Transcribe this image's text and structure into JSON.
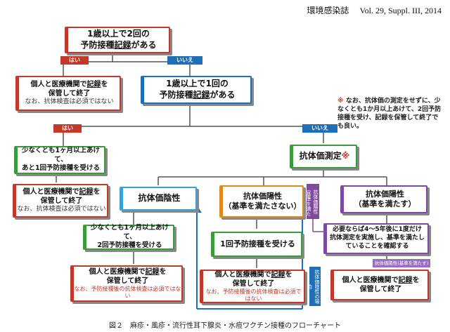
{
  "header": "環境感染誌　 Vol. 29, Suppl. III, 2014",
  "caption": "図２　麻疹・風疹・流行性耳下腺炎・水痘ワクチン接種のフローチャート",
  "q1": {
    "line1": "1歳以上で2回の",
    "line2a": "予防接種",
    "line2b": "記録",
    "line2c": "がある"
  },
  "q2": {
    "line1": "1歳以上で1回の",
    "line2a": "予防接種",
    "line2b": "記録",
    "line2c": "がある"
  },
  "yes1": "はい",
  "no1": "いいえ",
  "yes2": "はい",
  "no2": "いいえ",
  "keep1": {
    "line1a": "個人と医療機関で",
    "line1b": "記録",
    "line1c": "を",
    "line2": "保管して終了",
    "line3": "なお、抗体検査は必須ではない"
  },
  "note": {
    "mark": "※",
    "text": "なお、抗体価の測定をせずに、少なくとも1か月以上あけて、2回予防接種を受け、記録を保管して終了でも良い。"
  },
  "green1": {
    "line1": "少なくとも1ヶ月以上あけて、",
    "line2": "あと1回予防接種を受ける"
  },
  "keep2": {
    "line1a": "個人と医療機関で",
    "line1b": "記録",
    "line1c": "を",
    "line2": "保管して終了",
    "line3": "なお、抗体検査は必須ではない"
  },
  "antibody_test": {
    "label": "抗体価測定",
    "mark": "※"
  },
  "negative": {
    "label": "抗体価陰性"
  },
  "pos_low": {
    "line1": "抗体価陽性",
    "line2": "（基準を満たさない）"
  },
  "pos_ok": {
    "line1": "抗体価陽性",
    "line2": "（基準を満たす）"
  },
  "vtag1": "抗体価陽性（基準を満たさない）場合",
  "green2": {
    "line1": "少なくとも1ヶ月以上あけて、",
    "line2": "2回予防接種を受ける"
  },
  "recheck": {
    "text": "必要ならば4～5年後に1度だけ抗体測定を実施し、基準を満たしていることを確認する"
  },
  "tag_pos_ok": "抗体価陽性(基準を満たす)",
  "green3": {
    "label": "1回予防接種を受ける"
  },
  "keep3": {
    "line1a": "個人と医療機関で",
    "line1b": "記録",
    "line1c": "を",
    "line2": "保管して終了",
    "line3": "なお、予防接種後の抗体検査は必須ではない"
  },
  "keep4": {
    "line1a": "個人と医療機関で",
    "line1b": "記録",
    "line1c": "を",
    "line2": "保管して終了",
    "line3": "なお、予防接種後の抗体検査は必須ではない"
  },
  "vtag2": "抗体価陰性の場合",
  "keep5": {
    "line1a": "個人と医療機関で",
    "line1b": "記録",
    "line1c": "を",
    "line2": "保管して終了"
  }
}
